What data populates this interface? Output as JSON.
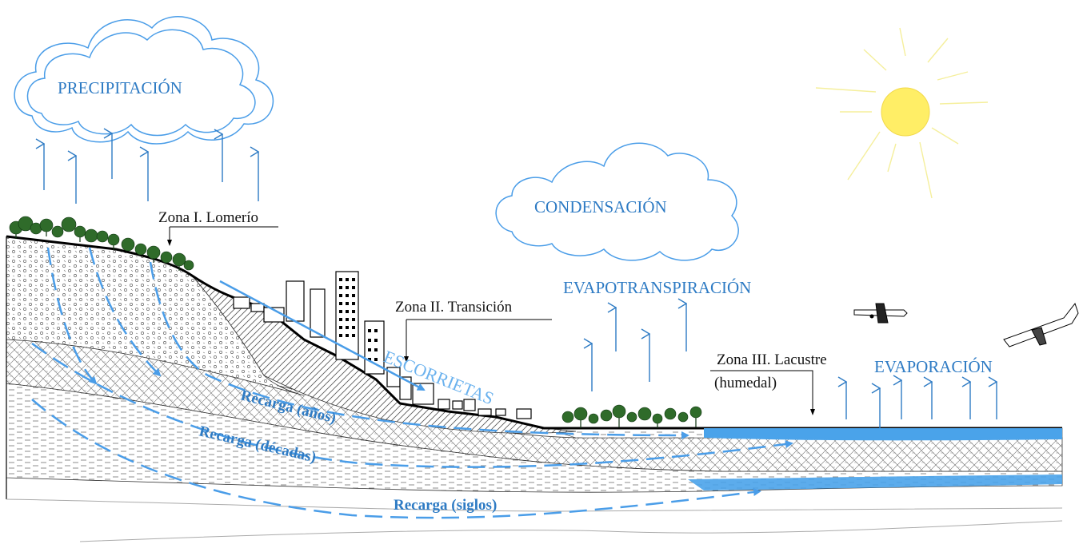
{
  "labels": {
    "precipitation": "PRECIPITACIÓN",
    "condensation": "CONDENSACIÓN",
    "evapotranspiration": "EVAPOTRANSPIRACIÓN",
    "evaporation": "EVAPORACIÓN",
    "runoff": "ESCORRIETAS",
    "zone1": "Zona I. Lomerío",
    "zone2": "Zona II. Transición",
    "zone3_line1": "Zona III. Lacustre",
    "zone3_line2": "(humedal)",
    "recharge_years": "Recarga (años)",
    "recharge_decades": "Recarga (décadas)",
    "recharge_centuries": "Recarga (siglos)"
  },
  "colors": {
    "water_blue": "#2e7bc4",
    "flow_blue": "#4a9de8",
    "sun_yellow": "#ffee66",
    "sun_rays": "#f5ef9c",
    "vegetation": "#2f6b2a"
  },
  "icons": [
    "cloud-icon",
    "sun-icon",
    "airplane-icon",
    "tree-icon",
    "building-icon"
  ]
}
